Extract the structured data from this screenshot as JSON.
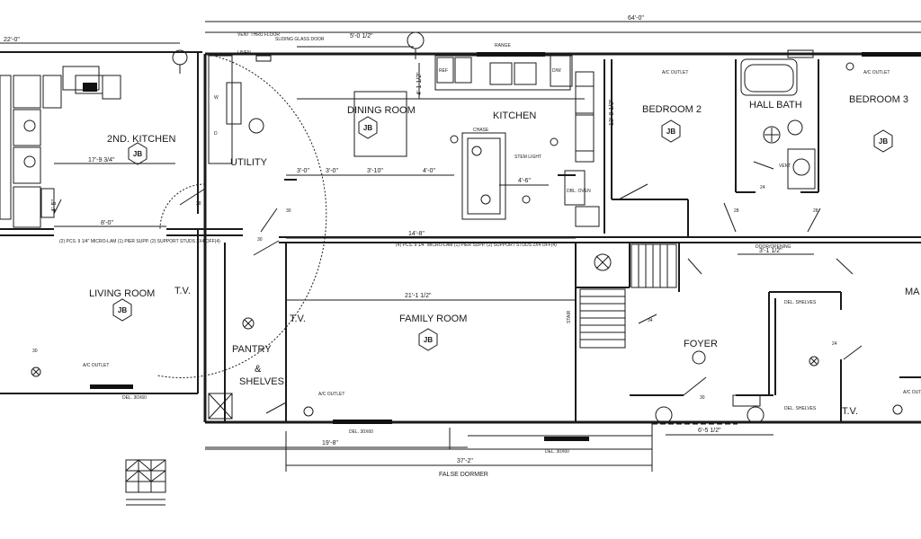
{
  "rooms": {
    "kitchen2": "2ND. KITCHEN",
    "utility": "UTILITY",
    "dining": "DINING ROOM",
    "kitchen": "KITCHEN",
    "bedroom2": "BEDROOM 2",
    "hall_bath": "HALL BATH",
    "bedroom3": "BEDROOM 3",
    "living": "LIVING ROOM",
    "family": "FAMILY ROOM",
    "pantry": "PANTRY",
    "pantry_amp": "&",
    "shelves": "SHELVES",
    "foyer": "FOYER",
    "master_partial": "MA",
    "false_dormer": "FALSE DORMER"
  },
  "markers": {
    "jb": "JB",
    "tv": "T.V."
  },
  "dimensions": {
    "overall": "64'-0\"",
    "left_width": "22'-0\"",
    "kitchen2_depth": "17'-9 3/4\"",
    "living_span": "8'-0\"",
    "utility_span": "5'-0 1/2\"",
    "family_span": "14'-8\"",
    "family_depth": "21'-1 1/2\"",
    "dining_a": "3'-0\"",
    "dining_b": "3'-0\"",
    "dining_c": "3'-10\"",
    "dining_d": "4'-0\"",
    "kitchen_island": "4'-6\"",
    "bedroom2_depth": "13'-8 1/2\"",
    "foyer_span": "6'-5 1/2\"",
    "hall_door": "3'-1 1/2\"",
    "porch_a": "19'-8\"",
    "porch_b": "37'-2\"",
    "vertical_a": "4'-5\"",
    "vertical_b": "4'-1 1/2\""
  },
  "notes": {
    "header_left": "(2) PCS. 9 1/4\" MICRO-LAM (1) PIER SUPP. (2) SUPPORT STUDS 2X4 OFF(4)",
    "header_center": "(4) PCS. 9 1/4\" MICRO-LAM (1) PIER SUPP. (2) SUPPORT STUDS 2X4 OFF(4)",
    "ac_outlet": "A/C OUTLET",
    "del_window": "DEL. 30X60",
    "del_shelves": "DEL. SHELVES",
    "vent_floor": "VENT THRU FLOOR",
    "sliding_door": "SLIDING GLASS DOOR",
    "door_opening": "DOOR/OPENING",
    "stem_light": "STEM LIGHT",
    "range": "RANGE",
    "refrigerator": "REF",
    "dishwasher": "D/W",
    "double_oven": "DBL. OVEN",
    "linen": "LINEN",
    "washer": "W",
    "dryer": "D",
    "stair": "STAIR",
    "vent": "VENT",
    "chase": "CHASE",
    "qty_24": "24",
    "qty_28": "28",
    "qty_30": "30",
    "qty_34": "34"
  }
}
